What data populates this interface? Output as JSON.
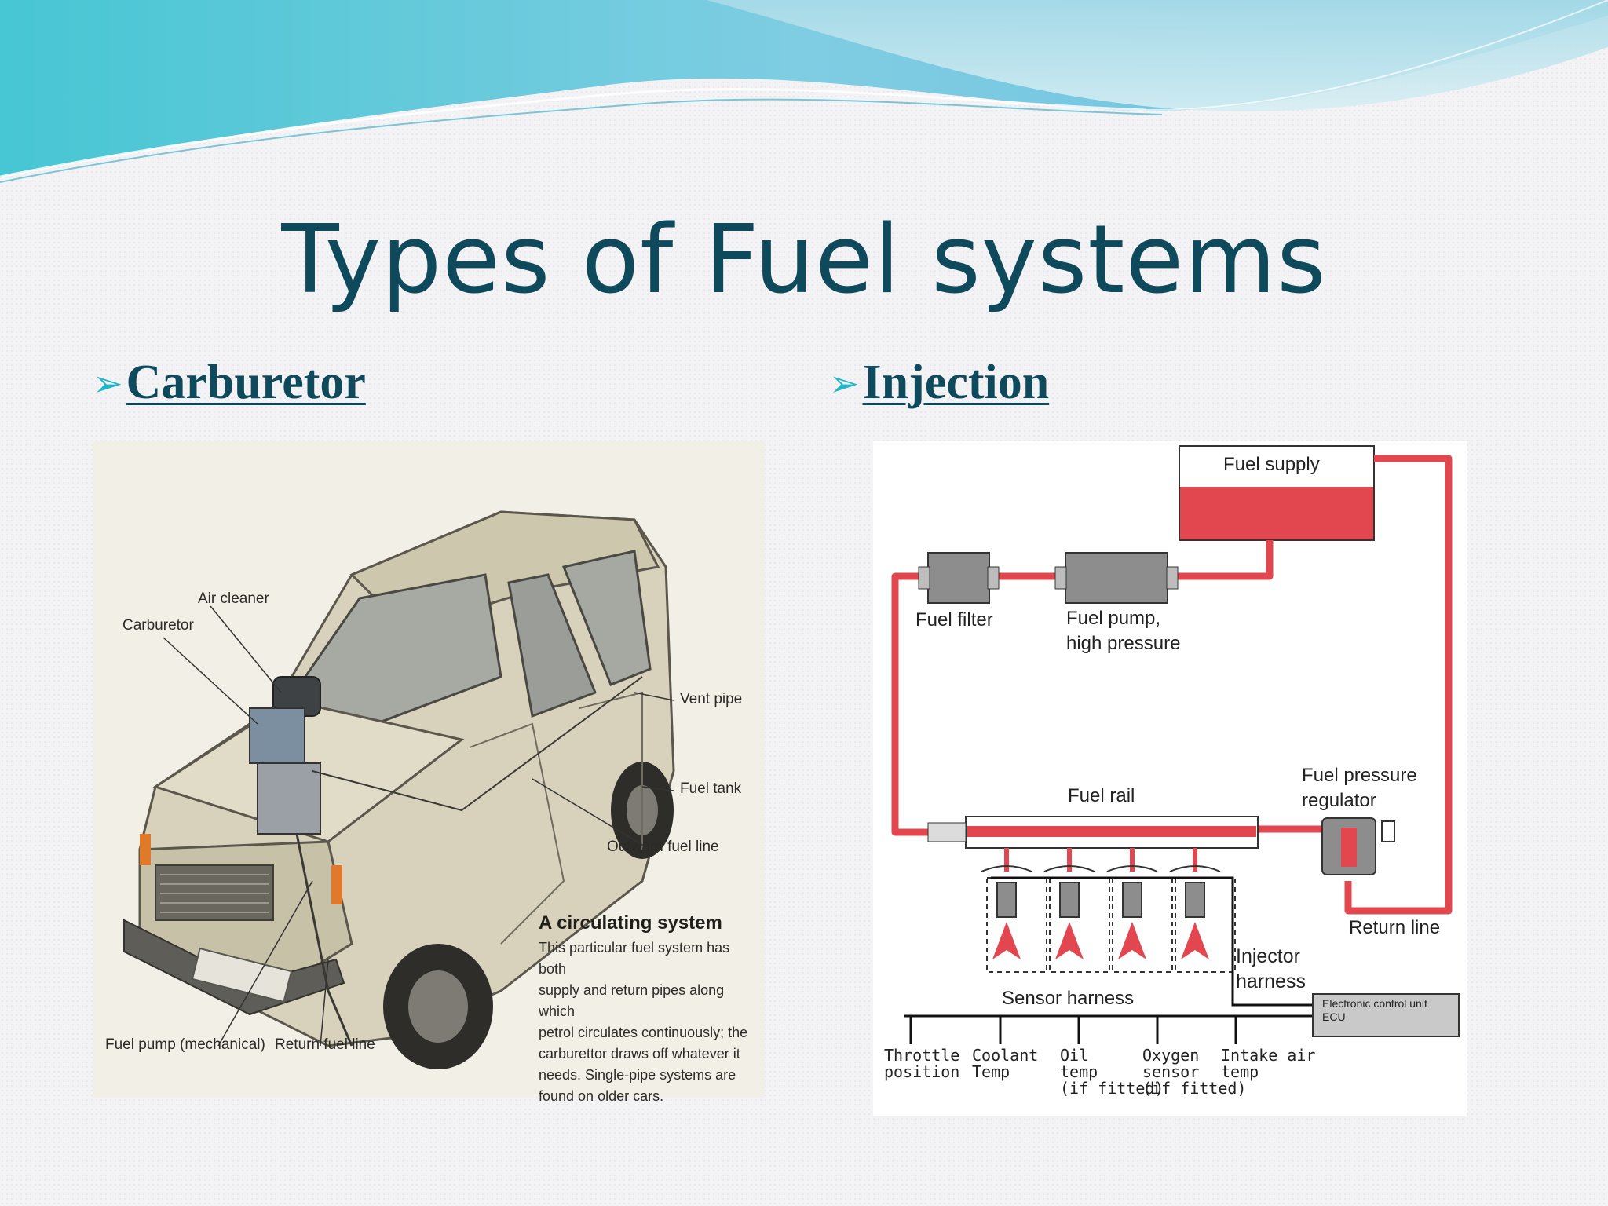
{
  "slide": {
    "title": "Types of Fuel systems",
    "colors": {
      "title": "#0f4a5c",
      "bullet_arrow": "#1fb7c8",
      "fuel_line": "#e2474f"
    }
  },
  "left": {
    "bullet_icon": "arrow-bullet-icon",
    "heading": "Carburetor",
    "image": {
      "labels": {
        "air_cleaner": "Air cleaner",
        "carburetor": "Carburetor",
        "vent_pipe": "Vent pipe",
        "fuel_tank": "Fuel tank",
        "outward_fuel_line": "Outward fuel line",
        "fuel_pump": "Fuel pump (mechanical)",
        "return_fuel_line": "Return fuel line"
      },
      "caption_title": "A circulating system",
      "caption_lines": [
        "This particular fuel system has both",
        "supply and return pipes along which",
        "petrol circulates continuously; the",
        "carburettor draws off whatever it",
        "needs. Single-pipe systems are",
        "found on older cars."
      ]
    }
  },
  "right": {
    "bullet_icon": "arrow-bullet-icon",
    "heading": "Injection",
    "diagram": {
      "fuel_supply": "Fuel supply",
      "fuel_filter": "Fuel filter",
      "fuel_pump_l1": "Fuel pump,",
      "fuel_pump_l2": "high pressure",
      "fuel_rail": "Fuel rail",
      "regulator_l1": "Fuel pressure",
      "regulator_l2": "regulator",
      "return_line": "Return line",
      "injector_l1": "Injector",
      "injector_l2": "harness",
      "sensor_harness": "Sensor harness",
      "ecu_l1": "Electronic control unit",
      "ecu_l2": "ECU",
      "sensors": [
        {
          "l1": "Throttle",
          "l2": "position",
          "l3": ""
        },
        {
          "l1": "Coolant",
          "l2": "Temp",
          "l3": ""
        },
        {
          "l1": "Oil",
          "l2": "temp",
          "l3": "(if fitted)"
        },
        {
          "l1": "Oxygen",
          "l2": "sensor",
          "l3": "(if fitted)"
        },
        {
          "l1": "Intake air",
          "l2": "temp",
          "l3": ""
        }
      ]
    }
  }
}
